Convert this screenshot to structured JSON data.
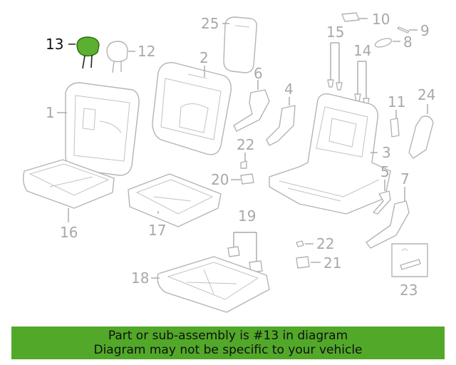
{
  "colors": {
    "highlight": "#5cb030",
    "banner": "#52a829",
    "part_line": "#b4b4b4",
    "callout_muted": "#a8a8a8",
    "callout_active": "#111111"
  },
  "callouts": {
    "c1": "1",
    "c2": "2",
    "c3": "3",
    "c4": "4",
    "c5": "5",
    "c6": "6",
    "c7": "7",
    "c8": "8",
    "c9": "9",
    "c10": "10",
    "c11": "11",
    "c12": "12",
    "c13": "13",
    "c14": "14",
    "c15": "15",
    "c16": "16",
    "c17": "17",
    "c18": "18",
    "c19": "19",
    "c20": "20",
    "c21": "21",
    "c22a": "22",
    "c22b": "22",
    "c23": "23",
    "c24": "24",
    "c25": "25"
  },
  "highlighted_part": "13",
  "banner": {
    "line1": "Part or sub-assembly is #13 in diagram",
    "line2": "Diagram may not be specific to your vehicle"
  }
}
